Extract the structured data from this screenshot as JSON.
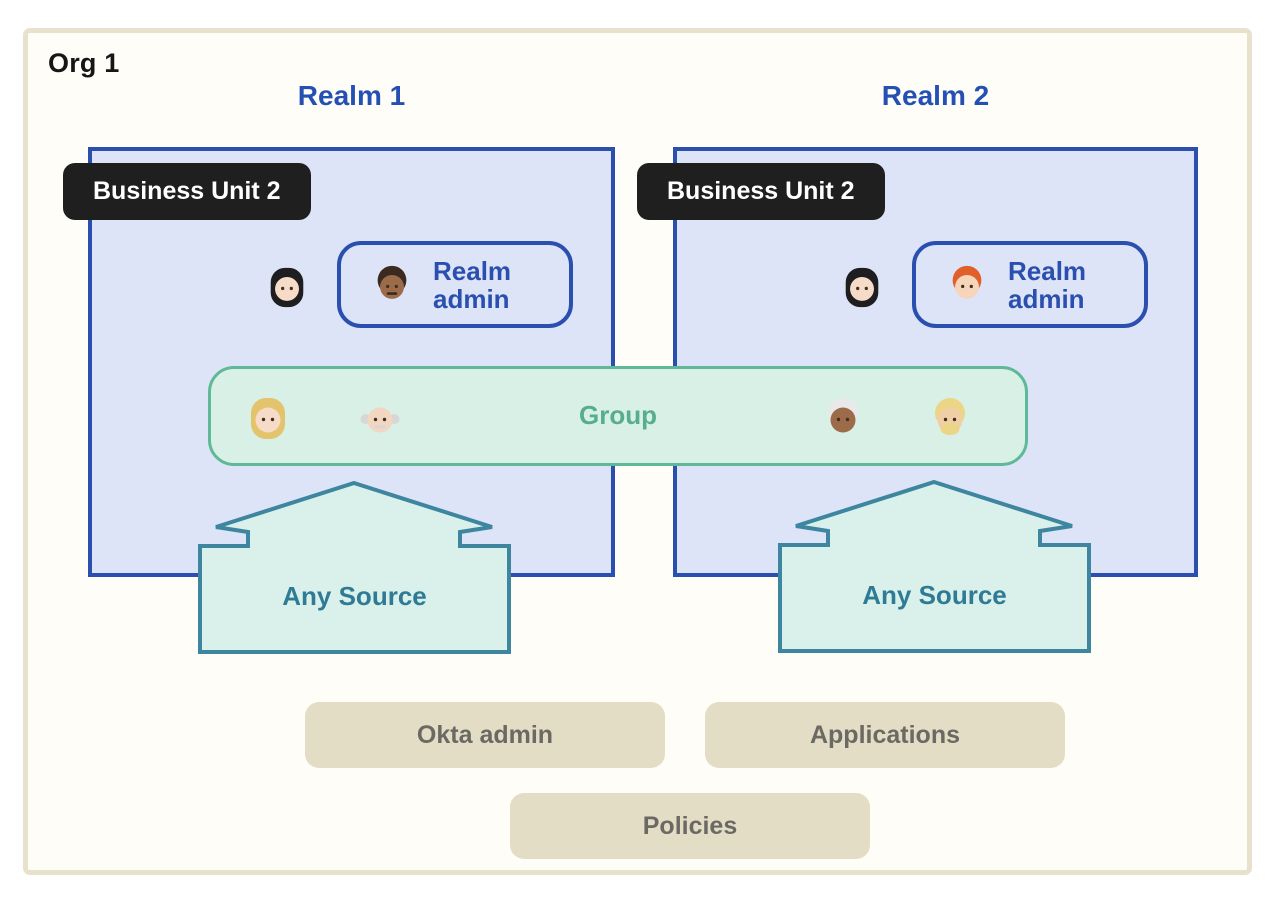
{
  "org": {
    "label": "Org 1"
  },
  "realms": [
    {
      "title": "Realm 1",
      "badge": "Business Unit 2",
      "admin_label": "Realm admin"
    },
    {
      "title": "Realm 2",
      "badge": "Business Unit 2",
      "admin_label": "Realm admin"
    }
  ],
  "group": {
    "label": "Group"
  },
  "any_source": {
    "label": "Any Source"
  },
  "buttons": [
    {
      "label": "Okta admin"
    },
    {
      "label": "Applications"
    },
    {
      "label": "Policies"
    }
  ],
  "people": {
    "realm1_user": {
      "desc": "woman, light skin, black hair",
      "skin": "#f6dcc8",
      "hair": "#1e1e20",
      "style": "long"
    },
    "realm1_admin": {
      "desc": "man, medium-dark skin, mustache",
      "skin": "#9c6b4a",
      "hair": "#3a2a1f",
      "style": "short",
      "mustache": true
    },
    "group_member1": {
      "desc": "woman, blond hair",
      "skin": "#f6dcc8",
      "hair": "#e3c36c",
      "style": "long"
    },
    "group_member2": {
      "desc": "old man, light skin, white mustache",
      "skin": "#f2d6c1",
      "hair": "#d7d7d7",
      "style": "bald",
      "mustache": true
    },
    "group_member3": {
      "desc": "older person, dark skin, white hair",
      "skin": "#9c6b4a",
      "hair": "#e9e9ec",
      "style": "short"
    },
    "group_member4": {
      "desc": "blond bearded man",
      "skin": "#f0cfa6",
      "hair": "#ecd586",
      "style": "short",
      "beard": true
    },
    "realm2_user": {
      "desc": "woman, light skin, black hair",
      "skin": "#f6dcc8",
      "hair": "#1e1e20",
      "style": "long"
    },
    "realm2_admin": {
      "desc": "person, red hair",
      "skin": "#f6d5ba",
      "hair": "#e05f2a",
      "style": "short"
    }
  },
  "colors": {
    "org_border": "#e8e1cb",
    "org_bg": "#fffdf8",
    "realm_border": "#2a4fae",
    "realm_fill": "#dee4f8",
    "realm_title_text": "#2450b4",
    "badge_bg": "#1f1f1f",
    "badge_text": "#ffffff",
    "group_border": "#5fb999",
    "group_fill": "#d8f0e6",
    "group_text": "#57ae8e",
    "arrow_stroke": "#3e86a0",
    "arrow_fill": "#daf0eb",
    "arrow_text": "#2f7b95",
    "button_bg": "#e4ddc6",
    "button_text": "#6b6963"
  }
}
